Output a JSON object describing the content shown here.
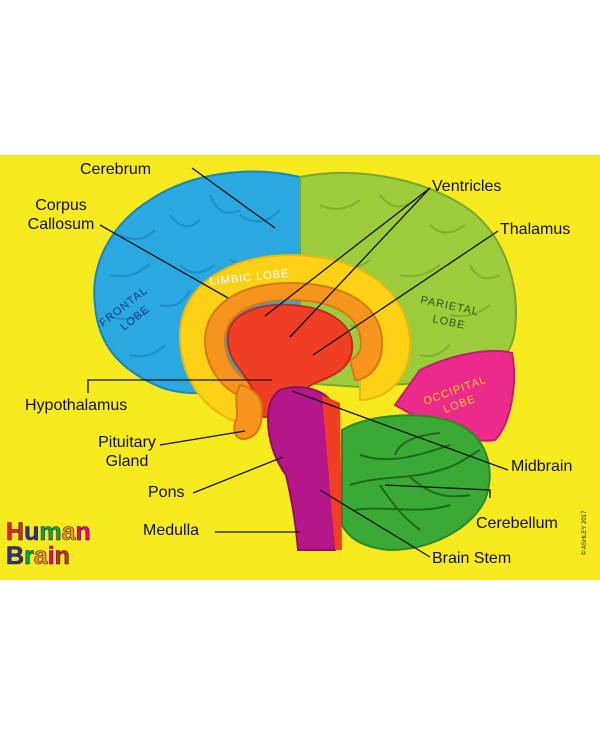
{
  "title": {
    "line1": "Human",
    "line2": "Brain"
  },
  "title_letter_colors": [
    "#e41f26",
    "#2e3192",
    "#00a651",
    "#f7941d",
    "#ec008c",
    "#2e3192",
    "#00a651",
    "#f7941d",
    "#ec008c"
  ],
  "labels": {
    "cerebrum": "Cerebrum",
    "corpus_callosum_1": "Corpus",
    "corpus_callosum_2": "Callosum",
    "ventricles": "Ventricles",
    "thalamus": "Thalamus",
    "hypothalamus": "Hypothalamus",
    "pituitary_1": "Pituitary",
    "pituitary_2": "Gland",
    "pons": "Pons",
    "medulla": "Medulla",
    "midbrain": "Midbrain",
    "cerebellum": "Cerebellum",
    "brain_stem": "Brain Stem"
  },
  "lobes": {
    "frontal_1": "FRONTAL",
    "frontal_2": "LOBE",
    "limbic": "LIMBIC LOBE",
    "parietal_1": "PARIETAL",
    "parietal_2": "LOBE",
    "occipital_1": "OCCIPITAL",
    "occipital_2": "LOBE"
  },
  "copyright": "© ASHLEY 2017",
  "colors": {
    "background": "#f7ea1e",
    "frontal": "#2aa8e0",
    "parietal": "#9ccc3c",
    "limbic": "#fcd116",
    "limbic_inner": "#f7941d",
    "core": "#ef3e23",
    "occipital": "#ec2a8b",
    "cerebellum": "#3aa935",
    "stem": "#b5178b"
  }
}
